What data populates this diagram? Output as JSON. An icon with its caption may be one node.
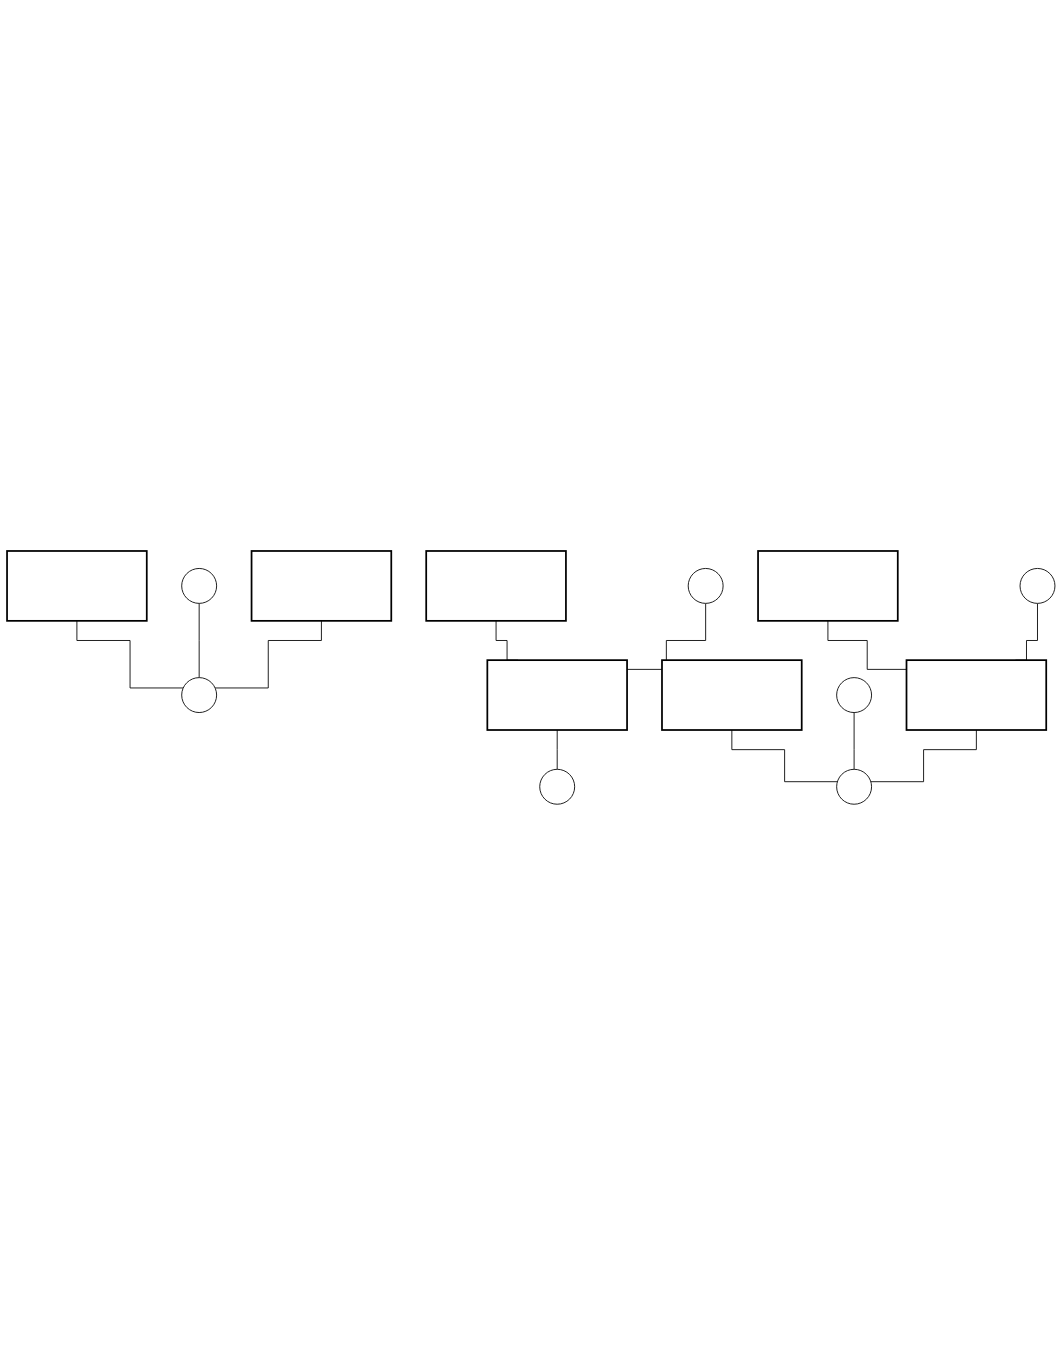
{
  "diagram": {
    "nodes": [
      {
        "text": [],
        "shape": "box"
      },
      {
        "text": [],
        "shape": "ellipse"
      },
      {
        "text": [],
        "shape": "box"
      },
      {
        "text": [],
        "shape": "ellipse"
      },
      {
        "text": [],
        "shape": "box"
      },
      {
        "text": [],
        "shape": "ellipse"
      },
      {
        "text": [],
        "shape": "box"
      },
      {
        "text": [],
        "shape": "ellipse"
      },
      {
        "text": [],
        "shape": "box"
      },
      {
        "text": [],
        "shape": "ellipse"
      },
      {
        "text": [],
        "shape": "box"
      },
      {
        "text": [],
        "shape": "ellipse"
      },
      {
        "text": [],
        "shape": "box"
      },
      {
        "text": [],
        "shape": "ellipse"
      }
    ],
    "edges": [
      {
        "from": 0,
        "to": 3,
        "arrow": "none"
      },
      {
        "from": 1,
        "to": 3,
        "arrow": "none"
      },
      {
        "from": 2,
        "to": 3,
        "arrow": "none"
      },
      {
        "from": 4,
        "to": 6,
        "arrow": "none"
      },
      {
        "from": 5,
        "to": 6,
        "arrow": "none"
      },
      {
        "from": 6,
        "to": 7,
        "arrow": "none"
      },
      {
        "from": 8,
        "to": 12,
        "arrow": "none"
      },
      {
        "from": 9,
        "to": 12,
        "arrow": "none"
      },
      {
        "from": 10,
        "to": 13,
        "arrow": "none"
      },
      {
        "from": 11,
        "to": 13,
        "arrow": "none"
      },
      {
        "from": 12,
        "to": 13,
        "arrow": "none"
      }
    ]
  }
}
